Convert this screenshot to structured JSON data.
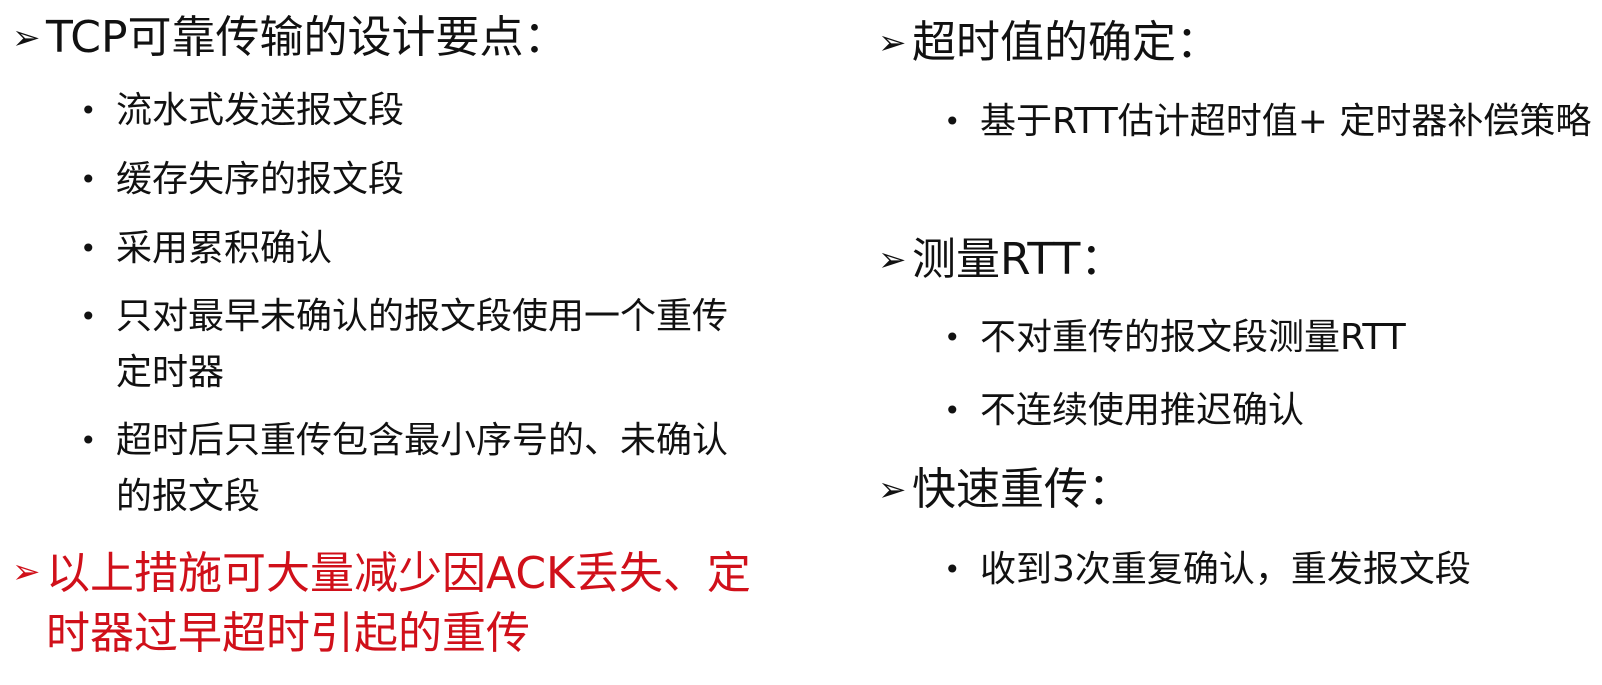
{
  "left": {
    "heading1": {
      "arrow": "➢",
      "text": "TCP可靠传输的设计要点："
    },
    "bullets": [
      {
        "marker": "•",
        "text": "流水式发送报文段"
      },
      {
        "marker": "•",
        "text": "缓存失序的报文段"
      },
      {
        "marker": "•",
        "text": "采用累积确认"
      },
      {
        "marker": "•",
        "text": "只对最早未确认的报文段使用一个重传定时器"
      },
      {
        "marker": "•",
        "text": "超时后只重传包含最小序号的、未确认的报文段"
      }
    ],
    "conclusion": {
      "arrow": "➢",
      "text": "以上措施可大量减少因ACK丢失、定时器过早超时引起的重传",
      "color": "#d0101a"
    }
  },
  "right": {
    "sections": [
      {
        "heading": {
          "arrow": "➢",
          "text": "超时值的确定："
        },
        "bullets": [
          {
            "marker": "•",
            "text": "基于RTT估计超时值+ 定时器补偿策略"
          }
        ]
      },
      {
        "heading": {
          "arrow": "➢",
          "text": "测量RTT："
        },
        "bullets": [
          {
            "marker": "•",
            "text": "不对重传的报文段测量RTT"
          },
          {
            "marker": "•",
            "text": "不连续使用推迟确认"
          }
        ]
      },
      {
        "heading": {
          "arrow": "➢",
          "text": "快速重传："
        },
        "bullets": [
          {
            "marker": "•",
            "text": "收到3次重复确认，重发报文段"
          }
        ]
      }
    ]
  }
}
